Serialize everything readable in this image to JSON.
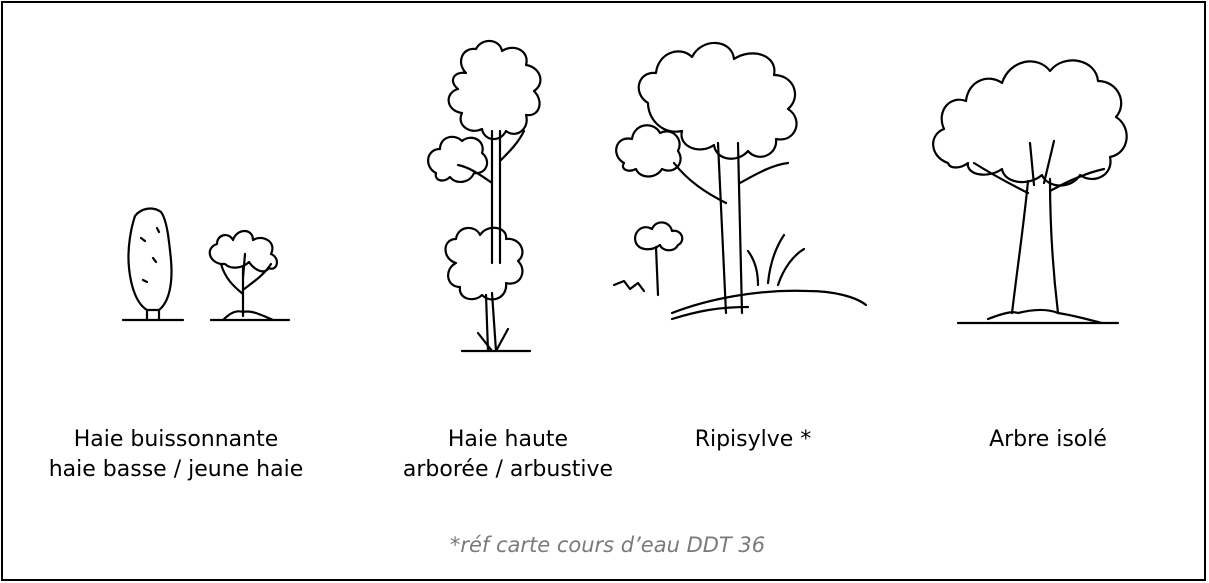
{
  "items": [
    {
      "line1": "Haie buissonnante",
      "line2": "haie basse / jeune haie"
    },
    {
      "line1": "Haie haute",
      "line2": "arborée / arbustive"
    },
    {
      "line1": "Ripisylve *",
      "line2": ""
    },
    {
      "line1": "Arbre isolé",
      "line2": ""
    }
  ],
  "footnote": "*réf carte cours d’eau DDT 36"
}
